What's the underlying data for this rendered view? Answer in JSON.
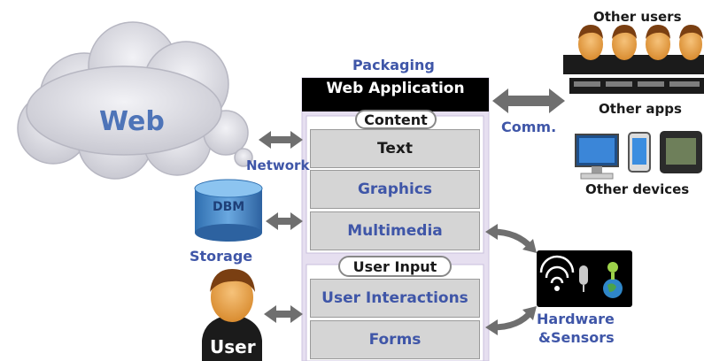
{
  "web": {
    "label": "Web"
  },
  "network": {
    "label": "Network"
  },
  "storage": {
    "label": "Storage",
    "db_text": "DBM"
  },
  "user": {
    "label": "User"
  },
  "app": {
    "packaging_label": "Packaging",
    "title": "Web Application",
    "content_label": "Content",
    "content_items": [
      "Text",
      "Graphics",
      "Multimedia"
    ],
    "input_label": "User Input",
    "input_items": [
      "User Interactions",
      "Forms"
    ]
  },
  "comm": {
    "label": "Comm."
  },
  "others": {
    "users_label": "Other users",
    "apps_label": "Other apps",
    "devices_label": "Other devices"
  },
  "hardware": {
    "label_line1": "Hardware",
    "label_line2": "&Sensors"
  },
  "colors": {
    "label_blue": "#3f56a8",
    "box_gray": "#d5d5d5",
    "frame_lilac": "#e6dff0",
    "arrow_gray": "#6f6f6f"
  }
}
